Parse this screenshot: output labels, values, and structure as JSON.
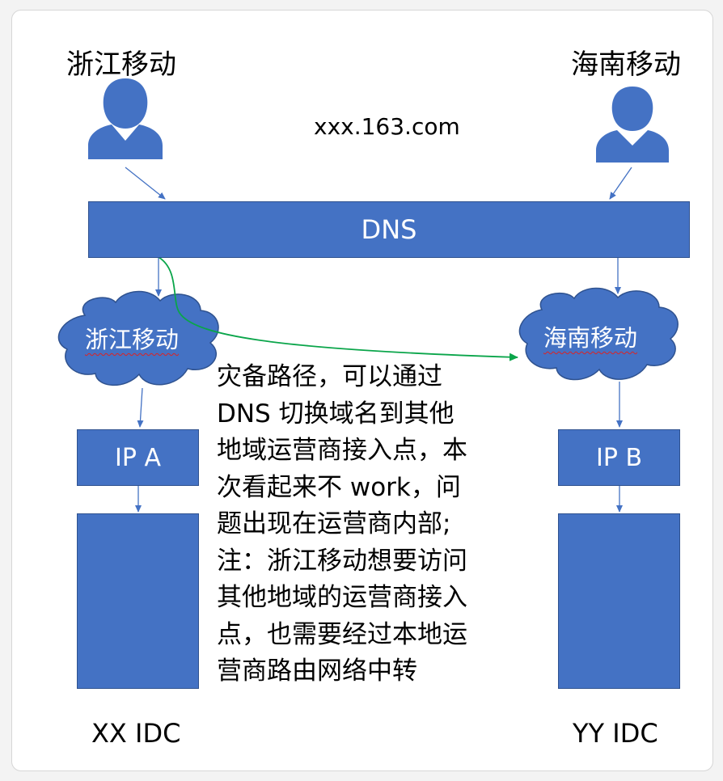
{
  "users": {
    "left": {
      "label": "浙江移动",
      "icon": "person-icon"
    },
    "right": {
      "label": "海南移动",
      "icon": "person-icon"
    }
  },
  "domain": "xxx.163.com",
  "dns": {
    "label": "DNS"
  },
  "clouds": {
    "left": {
      "label": "浙江移动"
    },
    "right": {
      "label": "海南移动"
    }
  },
  "ips": {
    "left": {
      "label": "IP A"
    },
    "right": {
      "label": "IP B"
    }
  },
  "idcs": {
    "left": {
      "label": "XX IDC"
    },
    "right": {
      "label": "YY IDC"
    }
  },
  "note": "灾备路径，可以通过\nDNS 切换域名到其他\n地域运营商接入点，本\n次看起来不 work，问\n题出现在运营商内部;\n注：浙江移动想要访问\n其他地域的运营商接入\n点，也需要经过本地运\n营商路由网络中转",
  "colors": {
    "box_fill": "#4472c4",
    "box_border": "#2f528f",
    "arrow": "#4472c4",
    "backup_path": "#0aa54a"
  }
}
